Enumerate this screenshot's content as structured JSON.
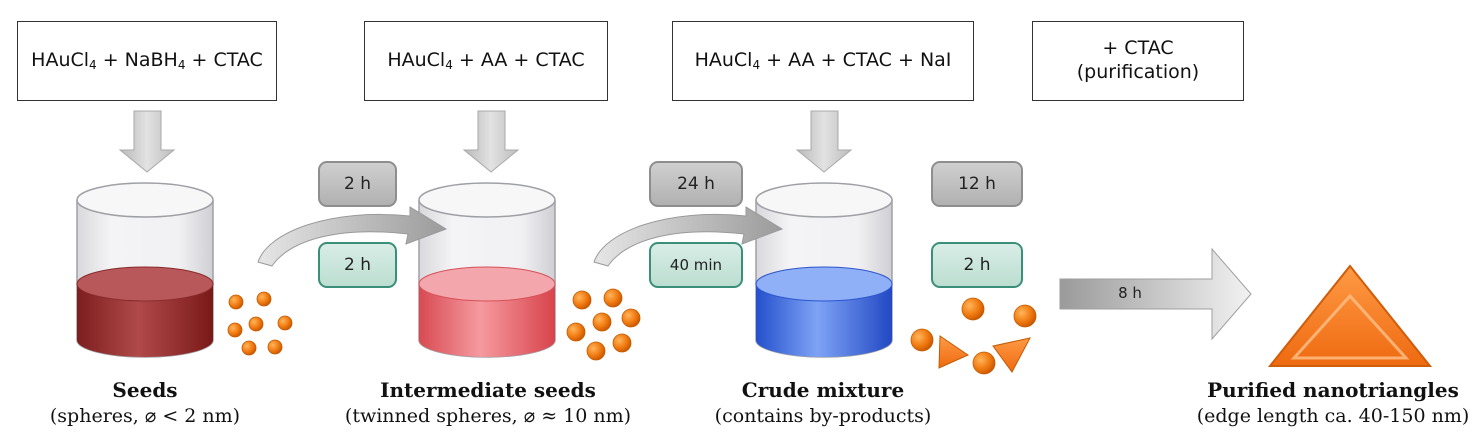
{
  "reagents": {
    "box1": {
      "pre": "HAuCl",
      "sub1": "4",
      "mid": " + NaBH",
      "sub2": "4",
      "post": " + CTAC"
    },
    "box2": {
      "pre": "HAuCl",
      "sub1": "4",
      "post": " + AA + CTAC"
    },
    "box3": {
      "pre": "HAuCl",
      "sub1": "4",
      "post": " + AA + CTAC + NaI"
    },
    "box4": {
      "line1": "+ CTAC",
      "line2": "(purification)"
    }
  },
  "times": {
    "t1_gray": "2 h",
    "t1_green": "2 h",
    "t2_gray": "24 h",
    "t2_green": "40 min",
    "t3_gray": "12 h",
    "t3_green": "2 h",
    "final_arrow": "8 h"
  },
  "stages": [
    {
      "title": "Seeds",
      "subtitle": "(spheres, ⌀ < 2 nm)",
      "liquid_color": "#9b2a2a"
    },
    {
      "title": "Intermediate seeds",
      "subtitle": "(twinned spheres, ⌀ ≈ 10 nm)",
      "liquid_color": "#e5565c"
    },
    {
      "title": "Crude mixture",
      "subtitle": "(contains by-products)",
      "liquid_color": "#2d63e0"
    },
    {
      "title": "Purified nanotriangles",
      "subtitle": "(edge length ca. 40-150 nm)"
    }
  ],
  "colors": {
    "particle": "#f07a10",
    "gray_box": "#bdbdbd",
    "green_box": "#c9e5da"
  }
}
